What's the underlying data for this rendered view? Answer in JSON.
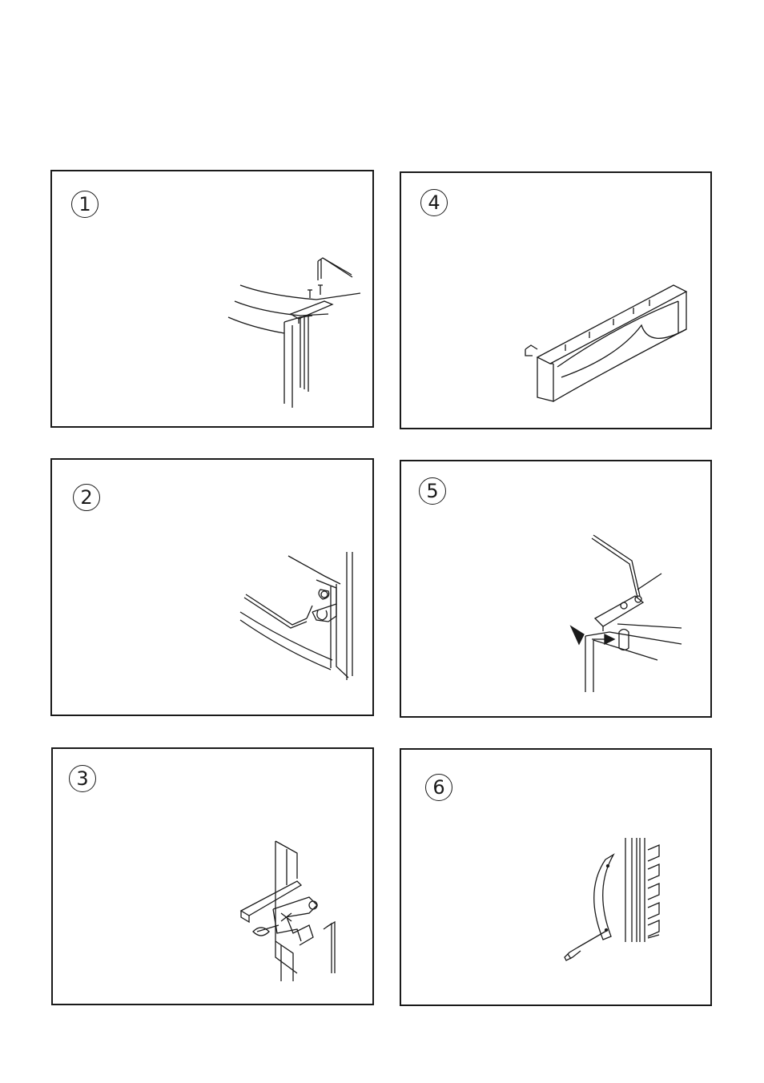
{
  "steps": [
    {
      "id": 1,
      "number": "1",
      "icon": "hinge-bracket-removal-illustration"
    },
    {
      "id": 2,
      "number": "2",
      "icon": "lower-hinge-allen-key-illustration"
    },
    {
      "id": 3,
      "number": "3",
      "icon": "hinge-pin-bracket-illustration"
    },
    {
      "id": 4,
      "number": "4",
      "icon": "top-cover-trim-illustration"
    },
    {
      "id": 5,
      "number": "5",
      "icon": "top-hinge-refit-illustration"
    },
    {
      "id": 6,
      "number": "6",
      "icon": "door-handle-screwdriver-illustration"
    }
  ],
  "colors": {
    "line": "#1a1a1a",
    "background": "#ffffff"
  }
}
